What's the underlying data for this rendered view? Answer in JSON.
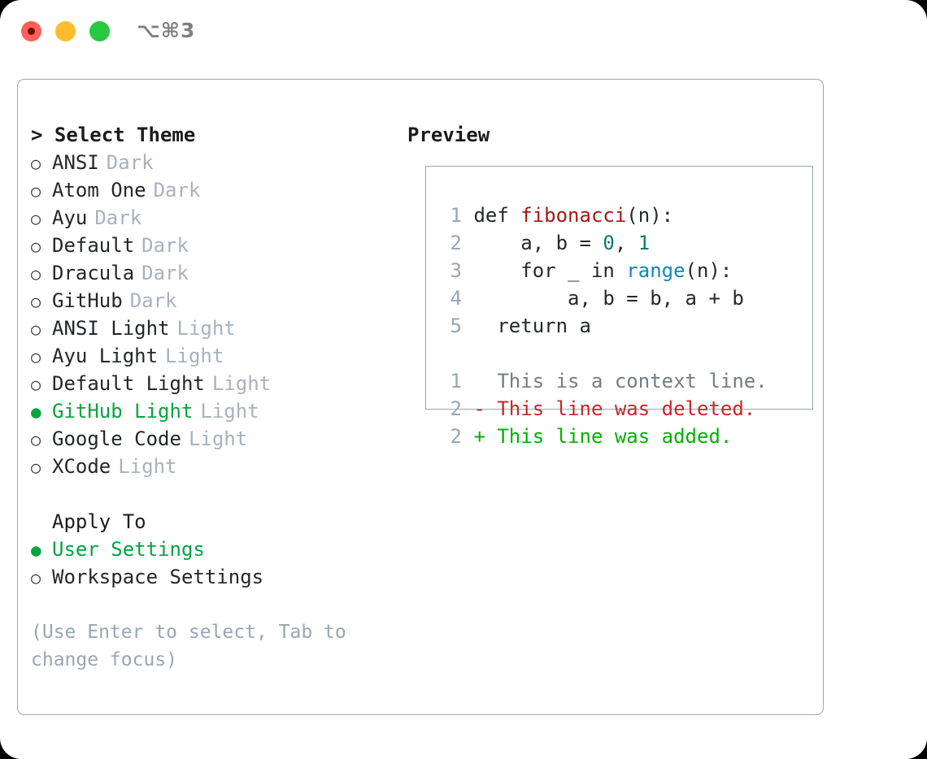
{
  "titlebar": {
    "shortcut": "⌥⌘3",
    "lights": [
      {
        "name": "close",
        "color": "#fc6058"
      },
      {
        "name": "minimize",
        "color": "#febc2e"
      },
      {
        "name": "maximize",
        "color": "#28c840"
      }
    ]
  },
  "left_pane": {
    "heading": "> Select Theme",
    "themes": [
      {
        "bullet": "○",
        "label": "ANSI",
        "suffix": "Dark",
        "selected": false
      },
      {
        "bullet": "○",
        "label": "Atom One",
        "suffix": "Dark",
        "selected": false
      },
      {
        "bullet": "○",
        "label": "Ayu",
        "suffix": "Dark",
        "selected": false
      },
      {
        "bullet": "○",
        "label": "Default",
        "suffix": "Dark",
        "selected": false
      },
      {
        "bullet": "○",
        "label": "Dracula",
        "suffix": "Dark",
        "selected": false
      },
      {
        "bullet": "○",
        "label": "GitHub",
        "suffix": "Dark",
        "selected": false
      },
      {
        "bullet": "○",
        "label": "ANSI Light",
        "suffix": "Light",
        "selected": false
      },
      {
        "bullet": "○",
        "label": "Ayu Light",
        "suffix": "Light",
        "selected": false
      },
      {
        "bullet": "○",
        "label": "Default Light",
        "suffix": "Light",
        "selected": false
      },
      {
        "bullet": "●",
        "label": "GitHub Light",
        "suffix": "Light",
        "selected": true
      },
      {
        "bullet": "○",
        "label": "Google Code",
        "suffix": "Light",
        "selected": false
      },
      {
        "bullet": "○",
        "label": "XCode",
        "suffix": "Light",
        "selected": false
      }
    ],
    "apply_to": {
      "title": "Apply To",
      "options": [
        {
          "bullet": "●",
          "label": "User Settings",
          "selected": true
        },
        {
          "bullet": "○",
          "label": "Workspace Settings",
          "selected": false
        }
      ]
    },
    "hint": "(Use Enter to select, Tab to change focus)"
  },
  "right_pane": {
    "heading": "Preview",
    "code_lines": [
      {
        "no": "1",
        "tokens": [
          {
            "t": "def ",
            "c": "ct"
          },
          {
            "t": "fibonacci",
            "c": "fn"
          },
          {
            "t": "(n):",
            "c": "ct"
          }
        ]
      },
      {
        "no": "2",
        "tokens": [
          {
            "t": "    a, b = ",
            "c": "ct"
          },
          {
            "t": "0",
            "c": "num"
          },
          {
            "t": ", ",
            "c": "ct"
          },
          {
            "t": "1",
            "c": "num"
          }
        ]
      },
      {
        "no": "3",
        "tokens": [
          {
            "t": "    for _ in ",
            "c": "ct"
          },
          {
            "t": "range",
            "c": "bi"
          },
          {
            "t": "(n):",
            "c": "ct"
          }
        ]
      },
      {
        "no": "4",
        "tokens": [
          {
            "t": "        a, b = b, a + b",
            "c": "ct"
          }
        ]
      },
      {
        "no": "5",
        "tokens": [
          {
            "t": "  return a",
            "c": "ct"
          }
        ]
      }
    ],
    "diff_lines": [
      {
        "no": "1",
        "marker": "  ",
        "text": "This is a context line.",
        "kind": "dctx"
      },
      {
        "no": "2",
        "marker": "- ",
        "text": "This line was deleted.",
        "kind": "ddel"
      },
      {
        "no": "2",
        "marker": "+ ",
        "text": "This line was added.",
        "kind": "dadd"
      }
    ]
  },
  "colors": {
    "accent_green": "#00a63e",
    "muted": "#a8b2bd",
    "border": "#9aa5b3",
    "diff_add": "#00b300",
    "diff_del": "#c62828",
    "fn_red": "#a61717",
    "builtin_blue": "#1287b8",
    "number_teal": "#0b7a75"
  }
}
